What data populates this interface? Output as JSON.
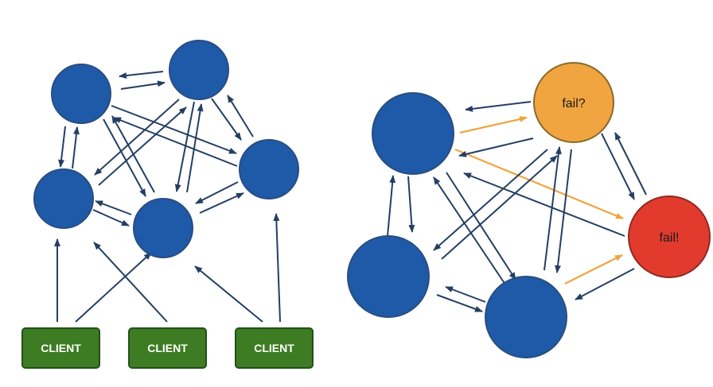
{
  "clients": [
    {
      "label": "CLIENT"
    },
    {
      "label": "CLIENT"
    },
    {
      "label": "CLIENT"
    }
  ],
  "status": {
    "suspect_label": "fail?",
    "failed_label": "fail!"
  },
  "colors": {
    "healthy_node": "#1f5aa8",
    "suspect_node": "#f0a541",
    "failed_node": "#e23b2e",
    "client": "#3d7c22",
    "edge": "#243f63",
    "warning_edge": "#f0a541"
  }
}
